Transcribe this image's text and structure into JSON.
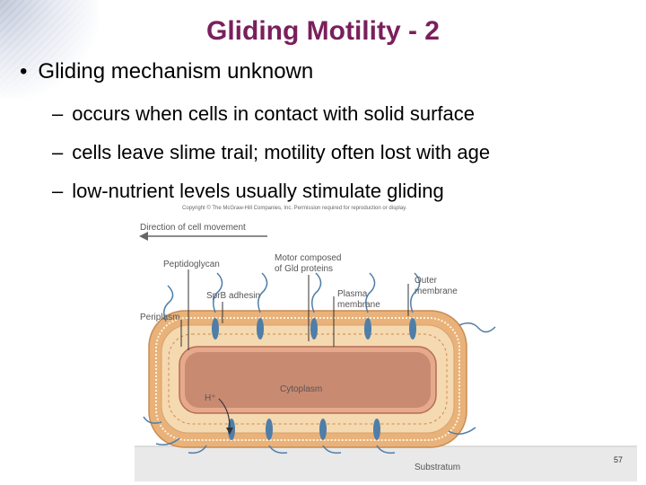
{
  "slide": {
    "title": "Gliding Motility - 2",
    "bullet": "Gliding mechanism unknown",
    "sub_bullets": [
      "occurs when cells in contact with solid surface",
      "cells leave slime trail; motility often lost with age",
      "low-nutrient levels usually stimulate gliding"
    ],
    "page_number": "57"
  },
  "figure": {
    "copyright": "Copyright © The McGraw-Hill Companies, Inc. Permission required for reproduction or display.",
    "labels": {
      "direction": "Direction of cell movement",
      "peptidoglycan": "Peptidoglycan",
      "motor_line1": "Motor composed",
      "motor_line2": "of Gld proteins",
      "sprb": "SprB adhesin",
      "plasma_line1": "Plasma",
      "plasma_line2": "membrane",
      "outer_line1": "Outer",
      "outer_line2": "membrane",
      "periplasm": "Periplasm",
      "cytoplasm": "Cytoplasm",
      "proton": "H⁺",
      "substratum": "Substratum"
    },
    "colors": {
      "outer_membrane": "#e8b27a",
      "periplasm": "#f5d9b0",
      "cytoplasm": "#c98a72",
      "adhesin": "#4f7ea8",
      "substratum": "#e9e9e9"
    }
  }
}
